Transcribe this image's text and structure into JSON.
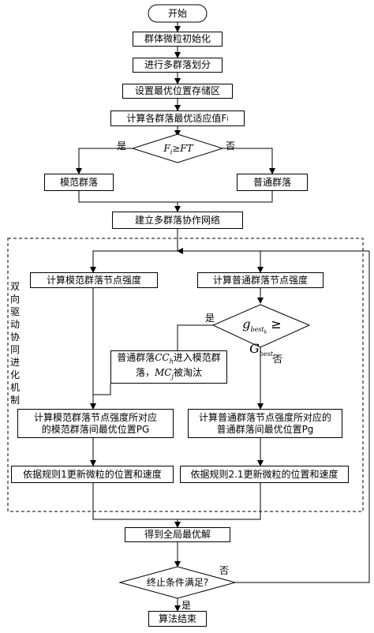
{
  "nodes": {
    "start": "开始",
    "init": "群体微粒初始化",
    "divide": "进行多群落划分",
    "store": "设置最优位置存储区",
    "calc_fit": "计算各群落最优适应值F",
    "calc_fit_sub": "i",
    "cond1": "F",
    "cond1_sub": "i",
    "cond1_rest": "≥FT",
    "model": "模范群落",
    "normal": "普通群落",
    "network": "建立多群落协作网络",
    "calc_model_strength": "计算模范群落节点强度",
    "calc_normal_strength": "计算普通群落节点强度",
    "cond2_g": "g",
    "cond2_g_sub": "best",
    "cond2_g_subsub": "k",
    "cond2_ge": "≥",
    "cond2_G": "G",
    "cond2_G_sub": "best",
    "cond2_G_subsub": "j",
    "replace_line1_a": "普通群落",
    "replace_line1_cc": "CC",
    "replace_line1_cc_sub": "h",
    "replace_line1_b": "进入模范群",
    "replace_line2_a": "落，",
    "replace_line2_mc": "MC",
    "replace_line2_mc_sub": "j",
    "replace_line2_b": "被淘汰",
    "model_best_line1": "计算模范群落节点强度所对应",
    "model_best_line2": "的模范群落间最优位置PG",
    "normal_best_line1": "计算普通群落节点强度所对应的",
    "normal_best_line2": "普通群落间最优位置Pg",
    "update_model": "依据规则1更新微粒的位置和速度",
    "update_normal": "依据规则2.1更新微粒的位置和速度",
    "global_best": "得到全局最优解",
    "cond3": "终止条件满足?",
    "end": "算法结束"
  },
  "labels": {
    "yes1": "是",
    "no1": "否",
    "yes2": "是",
    "no2": "否",
    "no3": "否",
    "yes3": "是"
  },
  "mechanism_label": [
    "双",
    "向",
    "驱",
    "动",
    "协",
    "同",
    "进",
    "化",
    "机",
    "制"
  ]
}
